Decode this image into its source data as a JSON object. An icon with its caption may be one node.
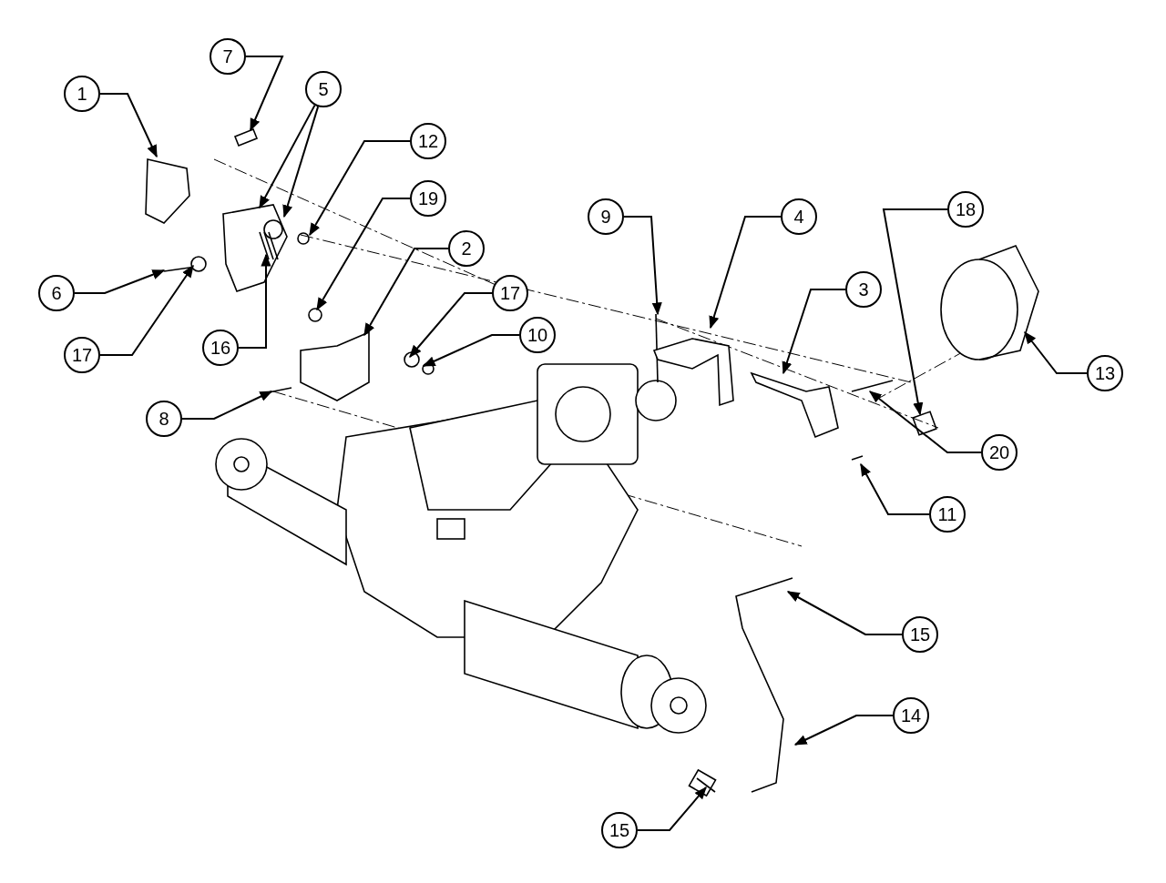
{
  "diagram": {
    "nodes": [
      {
        "text": [
          "7"
        ]
      },
      {
        "text": [
          "1"
        ]
      },
      {
        "text": [
          "5"
        ]
      },
      {
        "text": [
          "12"
        ]
      },
      {
        "text": [
          "19"
        ]
      },
      {
        "text": [
          "9"
        ]
      },
      {
        "text": [
          "4"
        ]
      },
      {
        "text": [
          "18"
        ]
      },
      {
        "text": [
          "2"
        ]
      },
      {
        "text": [
          "6"
        ]
      },
      {
        "text": [
          "3"
        ]
      },
      {
        "text": [
          "17"
        ]
      },
      {
        "text": [
          "10"
        ]
      },
      {
        "text": [
          "16"
        ]
      },
      {
        "text": [
          "17"
        ]
      },
      {
        "text": [
          "13"
        ]
      },
      {
        "text": [
          "8"
        ]
      },
      {
        "text": [
          "20"
        ]
      },
      {
        "text": [
          "11"
        ]
      },
      {
        "text": [
          "15"
        ]
      },
      {
        "text": [
          "14"
        ]
      },
      {
        "text": [
          "15"
        ]
      }
    ],
    "edges": [
      {
        "from": 0,
        "to": null,
        "arrow": "to"
      },
      {
        "from": 1,
        "to": null,
        "arrow": "to"
      },
      {
        "from": 2,
        "to": null,
        "arrow": "to"
      },
      {
        "from": 2,
        "to": null,
        "arrow": "to"
      },
      {
        "from": 3,
        "to": null,
        "arrow": "to"
      },
      {
        "from": 4,
        "to": null,
        "arrow": "to"
      },
      {
        "from": 5,
        "to": null,
        "arrow": "to"
      },
      {
        "from": 6,
        "to": null,
        "arrow": "to"
      },
      {
        "from": 7,
        "to": null,
        "arrow": "to"
      },
      {
        "from": 8,
        "to": null,
        "arrow": "to"
      },
      {
        "from": 9,
        "to": null,
        "arrow": "to"
      },
      {
        "from": 10,
        "to": null,
        "arrow": "to"
      },
      {
        "from": 11,
        "to": null,
        "arrow": "to"
      },
      {
        "from": 12,
        "to": null,
        "arrow": "to"
      },
      {
        "from": 13,
        "to": null,
        "arrow": "to"
      },
      {
        "from": 14,
        "to": null,
        "arrow": "to"
      },
      {
        "from": 15,
        "to": null,
        "arrow": "to"
      },
      {
        "from": 16,
        "to": null,
        "arrow": "to"
      },
      {
        "from": 17,
        "to": null,
        "arrow": "to"
      },
      {
        "from": 18,
        "to": null,
        "arrow": "to"
      },
      {
        "from": 19,
        "to": null,
        "arrow": "to"
      },
      {
        "from": 20,
        "to": null,
        "arrow": "to"
      },
      {
        "from": 21,
        "to": null,
        "arrow": "to"
      }
    ]
  }
}
